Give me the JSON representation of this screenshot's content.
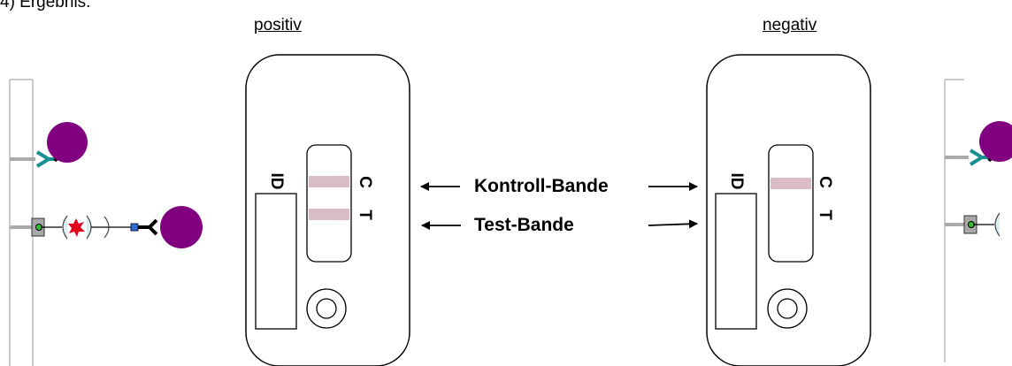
{
  "heading": "4) Ergebnis:",
  "columns": {
    "positive": "positiv",
    "negative": "negativ"
  },
  "cassette": {
    "id_label": "ID",
    "control_letter": "C",
    "test_letter": "T"
  },
  "labels": {
    "control_band": "Kontroll-Bande",
    "test_band": "Test-Bande"
  },
  "colors": {
    "band": "#d9bcc4",
    "particle": "#800080",
    "capture_antibody": "#1a8f8f",
    "epitope": "#e0001b",
    "linker": "#2b6fd6",
    "green_dot": "#2fbf2f",
    "stroke": "#000000"
  }
}
